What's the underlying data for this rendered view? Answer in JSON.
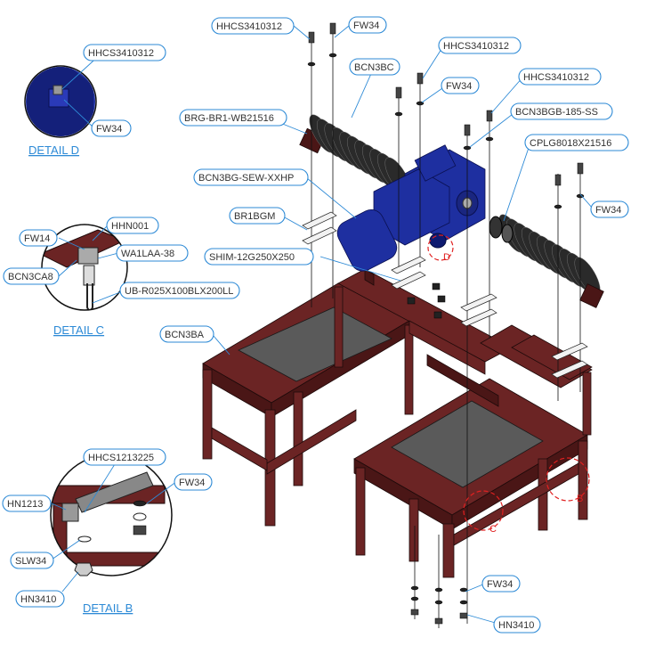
{
  "labels": {
    "l1": "HHCS3410312",
    "l2": "FW34",
    "l3": "HHCS3410312",
    "l4": "BCN3BC",
    "l5": "FW34",
    "l6": "HHCS3410312",
    "l7": "HHCS3410312",
    "l8": "BRG-BR1-WB21516",
    "l9": "BCN3BGB-185-SS",
    "l10": "FW34",
    "l11": "CPLG8018X21516",
    "l12": "BCN3BG-SEW-XXHP",
    "l13": "FW34",
    "l14": "BR1BGM",
    "l15": "HHN001",
    "l16": "FW14",
    "l17": "WA1LAA-38",
    "l18": "SHIM-12G250X250",
    "l19": "BCN3CA8",
    "l20": "UB-R025X100BLX200LL",
    "l21": "BCN3BA",
    "l22": "HHCS1213225",
    "l23": "FW34",
    "l24": "HN1213",
    "l25": "SLW34",
    "l26": "HN3410",
    "l27": "FW34",
    "l28": "HN3410"
  },
  "details": {
    "d": "DETAIL  D",
    "c": "DETAIL  C",
    "b": "DETAIL  B"
  },
  "callouts": {
    "b": "B",
    "c": "C",
    "d": "D"
  },
  "colors": {
    "label_border": "#2d8ad6",
    "frame": "#6b2424",
    "motor": "#1e2fa0",
    "callout": "#e02020"
  }
}
